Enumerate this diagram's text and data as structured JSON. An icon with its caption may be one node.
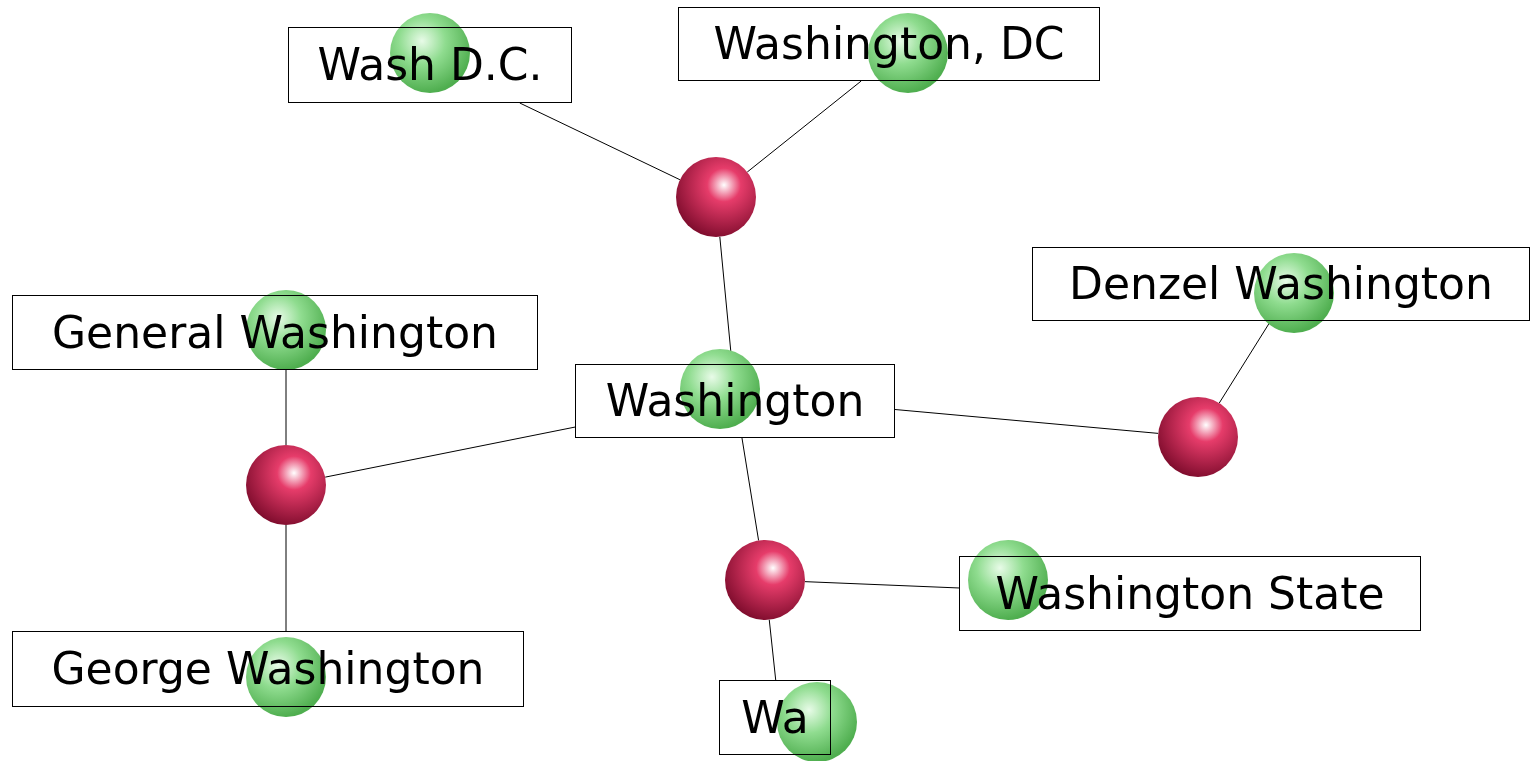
{
  "diagram": {
    "nodes": [
      {
        "text": [
          "Wash D.C."
        ]
      },
      {
        "text": [
          "Washington, DC"
        ]
      },
      {
        "text": [],
        "shape": "circle"
      },
      {
        "text": [
          "Denzel Washington"
        ]
      },
      {
        "text": [
          "General Washington"
        ]
      },
      {
        "text": [
          "Washington"
        ]
      },
      {
        "text": [],
        "shape": "circle"
      },
      {
        "text": [],
        "shape": "circle"
      },
      {
        "text": [],
        "shape": "circle"
      },
      {
        "text": [
          "Washington State"
        ]
      },
      {
        "text": [
          "George Washington"
        ]
      },
      {
        "text": [
          "Wa"
        ]
      }
    ],
    "edges": [
      {
        "from": 0,
        "to": 2,
        "arrow": "none"
      },
      {
        "from": 1,
        "to": 2,
        "arrow": "none"
      },
      {
        "from": 2,
        "to": 5,
        "arrow": "none"
      },
      {
        "from": 3,
        "to": 6,
        "arrow": "none"
      },
      {
        "from": 4,
        "to": 7,
        "arrow": "none"
      },
      {
        "from": 5,
        "to": 7,
        "arrow": "none"
      },
      {
        "from": 5,
        "to": 6,
        "arrow": "none"
      },
      {
        "from": 5,
        "to": 8,
        "arrow": "none"
      },
      {
        "from": 9,
        "to": 8,
        "arrow": "none"
      },
      {
        "from": 10,
        "to": 7,
        "arrow": "none"
      },
      {
        "from": 11,
        "to": 8,
        "arrow": "none"
      }
    ]
  }
}
